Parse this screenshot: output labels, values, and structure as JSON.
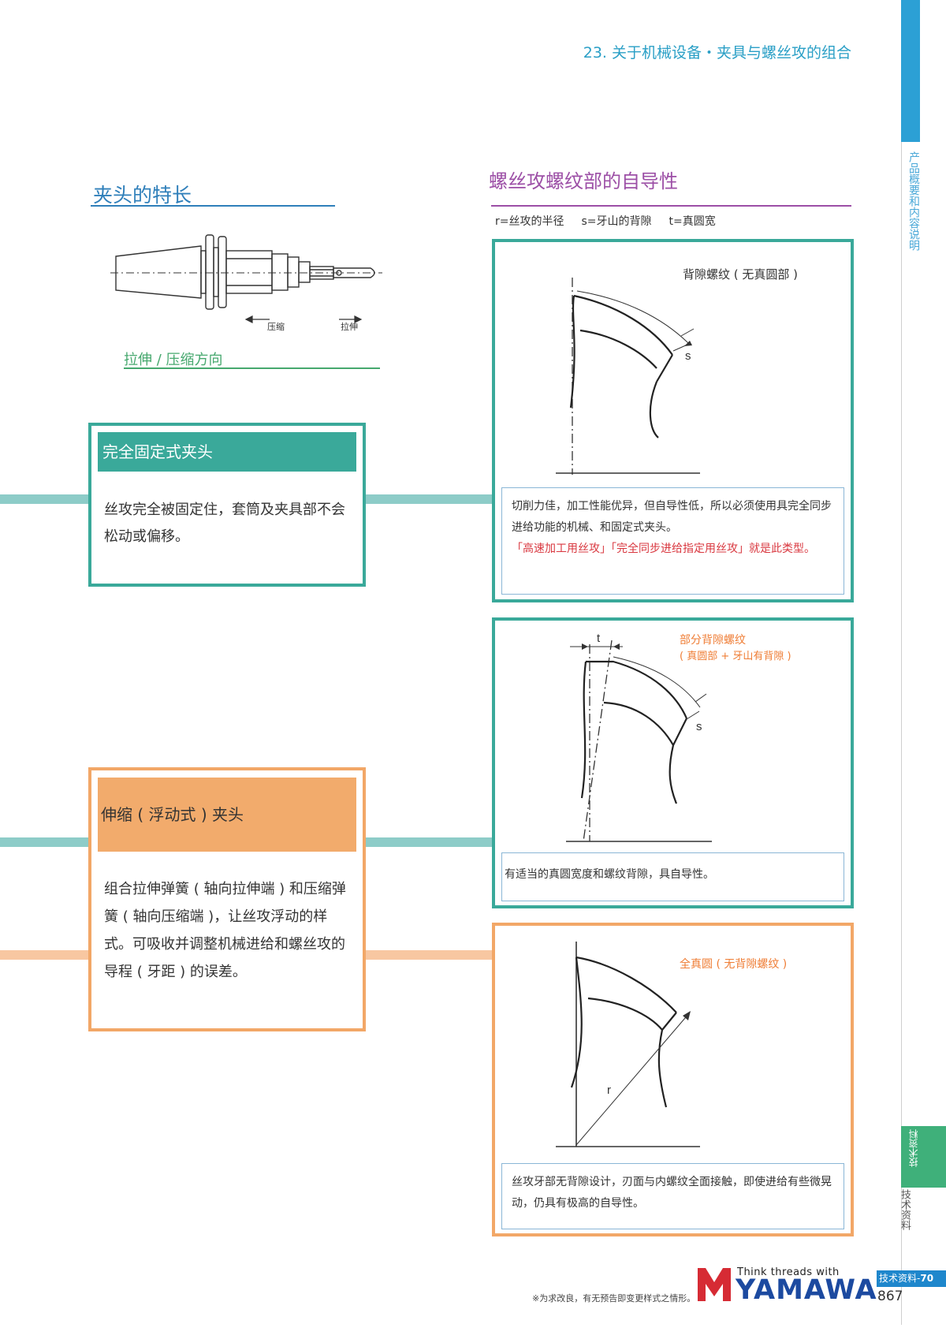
{
  "header": {
    "title": "23. 关于机械设备・夹具与螺丝攻的组合"
  },
  "sidebar": {
    "vertical_text": "产品概要和内容说明",
    "tab_label": "技术资料",
    "tab_label_below": "技术资料"
  },
  "left": {
    "heading": "夹头的特长",
    "diagram": {
      "compress_label": "压缩",
      "tension_label": "拉伸"
    },
    "direction_caption": "拉伸 / 压缩方向",
    "fixed": {
      "title": "完全固定式夹头",
      "body": "丝攻完全被固定住，套筒及夹具部不会松动或偏移。"
    },
    "floating": {
      "title": "伸缩 ( 浮动式 ) 夹头",
      "body": "组合拉伸弹簧 ( 轴向拉伸端 ) 和压缩弹簧 ( 轴向压缩端 )，让丝攻浮动的样式。可吸收并调整机械进给和螺丝攻的导程 ( 牙距 ) 的误差。"
    }
  },
  "right": {
    "heading": "螺丝攻螺纹部的自导性",
    "legend": [
      "r=丝攻的半径",
      "s=牙山的背隙",
      "t=真圆宽"
    ],
    "panel1": {
      "title": "背隙螺纹 ( 无真圆部 )",
      "label_s": "s",
      "note": "切削力佳，加工性能优异，但自导性低，所以必须使用具完全同步进给功能的机械、和固定式夹头。",
      "note_red": "「高速加工用丝攻」「完全同步进给指定用丝攻」就是此类型。"
    },
    "panel2": {
      "title": "部分背隙螺纹",
      "subtitle": "( 真圆部 + 牙山有背隙 )",
      "label_t": "t",
      "label_s": "s",
      "note": "有适当的真圆宽度和螺纹背隙，具自导性。"
    },
    "panel3": {
      "title": "全真圆 ( 无背隙螺纹 )",
      "label_r": "r",
      "note": "丝攻牙部无背隙设计，刃面与内螺纹全面接触，即使进给有些微晃动，仍具有极高的自导性。"
    }
  },
  "footer": {
    "notice": "※为求改良，有无预告即变更样式之情形。",
    "brand_tagline": "Think threads with",
    "brand_name": "YAMAWA",
    "page_badge_prefix": "技术资料-",
    "page_badge_num": "70",
    "page_number": "867"
  },
  "colors": {
    "teal": "#3aa99a",
    "orange": "#f2a767",
    "blue": "#2ca0d5",
    "purple": "#9c4fa6",
    "green": "#46a86e",
    "red": "#d9373f"
  }
}
